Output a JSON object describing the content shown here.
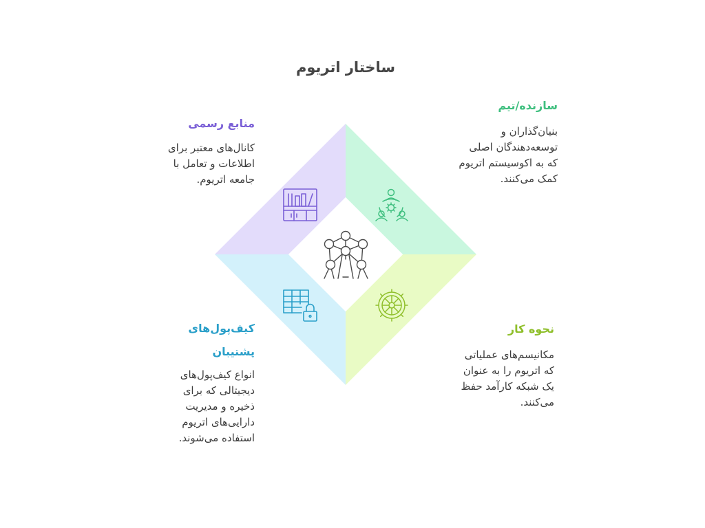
{
  "title": "ساختار اتریوم",
  "colors": {
    "top_left_fill": "#e3dcfb",
    "top_right_fill": "#c9f7df",
    "bottom_left_fill": "#d3f1fb",
    "bottom_right_fill": "#e9fbc5",
    "top_left_accent": "#7a5fd6",
    "top_right_accent": "#3fbf7f",
    "bottom_left_accent": "#2a9fc9",
    "bottom_right_accent": "#8fbf2b",
    "title_text": "#454545",
    "body_text": "#3d3d3d",
    "center_icon": "#4a4a4a"
  },
  "sections": {
    "top_left": {
      "heading": "منابع رسمی",
      "lines": [
        "کانال‌های معتبر برای",
        "اطلاعات و تعامل با",
        "جامعه اتریوم."
      ],
      "icon": "bookshelf-icon"
    },
    "top_right": {
      "heading": "سازنده/تیم",
      "lines": [
        "بنیان‌گذاران و",
        "توسعه‌دهندگان اصلی",
        "که به اکوسیستم اتریوم",
        "کمک می‌کنند."
      ],
      "icon": "team-gear-icon"
    },
    "bottom_left": {
      "heading_lines": [
        "کیف‌پول‌های",
        "پشتیبان"
      ],
      "lines": [
        "انواع کیف‌پول‌های",
        "دیجیتالی که برای",
        "ذخیره و مدیریت",
        "دارایی‌های اتریوم",
        "استفاده می‌شوند."
      ],
      "icon": "table-lock-icon"
    },
    "bottom_right": {
      "heading": "نحوه کار",
      "lines": [
        "مکانیسم‌های عملیاتی",
        "که اتریوم را به عنوان",
        "یک شبکه کارآمد حفظ",
        "می‌کنند."
      ],
      "icon": "gear-icon"
    },
    "center": {
      "icon": "atomium-structure-icon"
    }
  }
}
